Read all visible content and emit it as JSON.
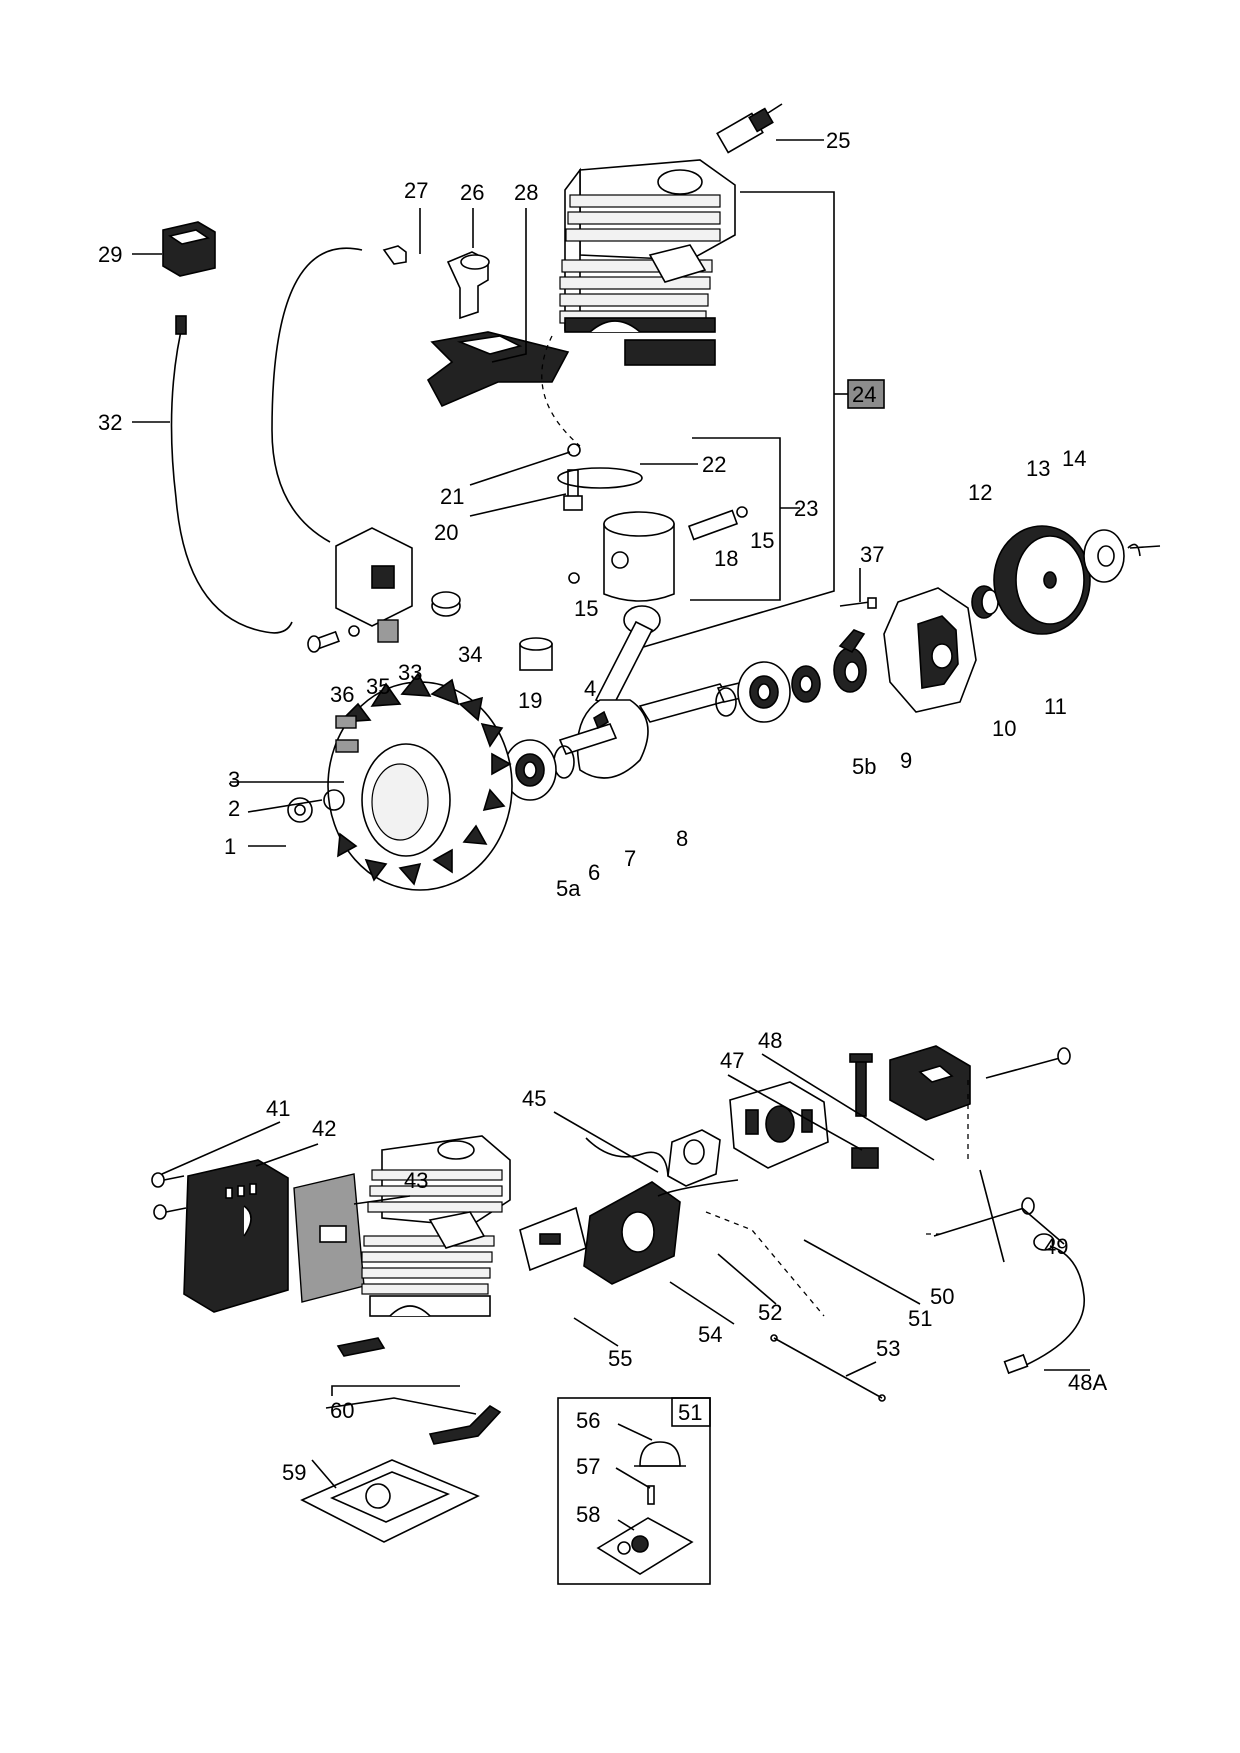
{
  "labels_top": {
    "l1": "1",
    "l2": "2",
    "l3": "3",
    "l4": "4",
    "l5a": "5a",
    "l5b": "5b",
    "l6": "6",
    "l7": "7",
    "l8": "8",
    "l9": "9",
    "l10": "10",
    "l11": "11",
    "l12": "12",
    "l13": "13",
    "l14": "14",
    "l15a": "15",
    "l15b": "15",
    "l18": "18",
    "l19": "19",
    "l20": "20",
    "l21": "21",
    "l22": "22",
    "l23": "23",
    "l24": "24",
    "l25": "25",
    "l26": "26",
    "l27": "27",
    "l28": "28",
    "l29": "29",
    "l32": "32",
    "l33": "33",
    "l34": "34",
    "l35": "35",
    "l36": "36",
    "l37": "37"
  },
  "labels_bottom": {
    "l41": "41",
    "l42": "42",
    "l43": "43",
    "l45": "45",
    "l47": "47",
    "l48": "48",
    "l48A": "48A",
    "l49": "49",
    "l50": "50",
    "l51": "51",
    "l52": "52",
    "l53": "53",
    "l54": "54",
    "l55": "55",
    "l56": "56",
    "l57": "57",
    "l58": "58",
    "l59": "59",
    "l60": "60",
    "l51box": "51"
  },
  "colors": {
    "ink": "#000000",
    "background": "#ffffff",
    "highlight_box": "#8c8c8c"
  }
}
